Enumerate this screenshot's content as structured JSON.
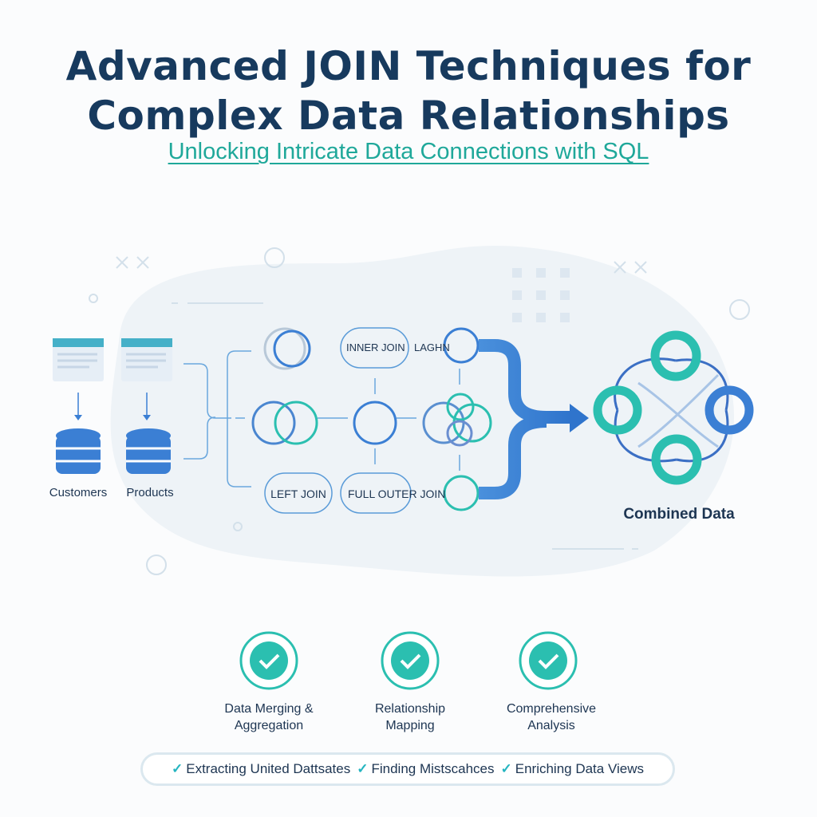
{
  "header": {
    "title_line1": "Advanced JOIN Techniques for",
    "title_line2": "Complex Data Relationships",
    "subtitle": "Unlocking Intricate Data Connections with SQL"
  },
  "sources": [
    {
      "label": "Customers"
    },
    {
      "label": "Products"
    }
  ],
  "joins": {
    "inner": "INNER JOIN",
    "lagh": "LAGHN",
    "left": "LEFT JOIN",
    "full_outer": "FULL OUTER JOIN"
  },
  "result": {
    "label": "Combined Data"
  },
  "features": [
    {
      "label": "Data Merging &\nAggregation"
    },
    {
      "label": "Relationship\nMapping"
    },
    {
      "label": "Comprehensive\nAnalysis"
    }
  ],
  "benefits": [
    "Extracting United Dattsates",
    "Finding Mistscahces",
    "Enriching Data Views"
  ],
  "colors": {
    "navy": "#173a5e",
    "teal": "#2bbfb0",
    "blue": "#3b7fd4"
  }
}
